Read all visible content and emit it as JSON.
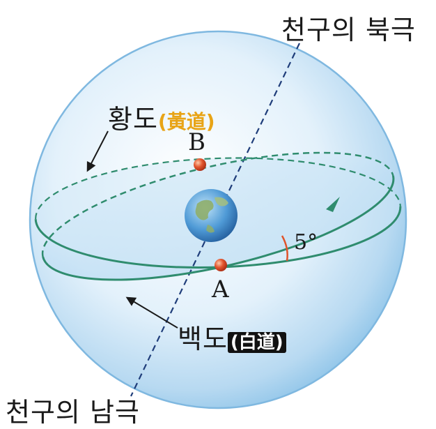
{
  "labels": {
    "north_pole": "천구의 북극",
    "south_pole": "천구의 남극",
    "ecliptic": "황도",
    "ecliptic_hanja": "(黃道)",
    "lunar_path": "백도",
    "lunar_path_hanja": "(白道)",
    "point_a": "A",
    "point_b": "B",
    "angle": "5°"
  },
  "colors": {
    "sphere": "#c9e3f5",
    "orbit": "#2f8c6e",
    "axis": "#1f3d7a",
    "point": "#d8472b",
    "angle_arc": "#e0532a",
    "hanja_yellow": "#e8a416"
  }
}
